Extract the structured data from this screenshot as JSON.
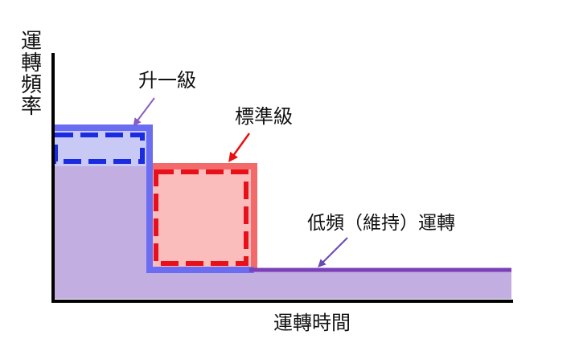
{
  "axes": {
    "y_label": "運轉頻率",
    "x_label": "運轉時間"
  },
  "labels": {
    "upgrade": "升一級",
    "standard": "標準級",
    "low_freq": "低頻（維持）運轉"
  },
  "colors": {
    "background": "#ffffff",
    "axis": "#000000",
    "baseline_fill": "#c3aee2",
    "upgrade_fill": "#c8c9f4",
    "upgrade_outline": "#6a6cf2",
    "upgrade_dashes": "#1b2be0",
    "standard_fill": "#fbbcbc",
    "standard_outline": "#f26a6a",
    "standard_dashes": "#e8101a",
    "purple_line": "#7b3fb8",
    "arrow_upgrade": "#8a5cc0",
    "arrow_standard": "#e81010",
    "arrow_low": "#6a4ab2"
  }
}
